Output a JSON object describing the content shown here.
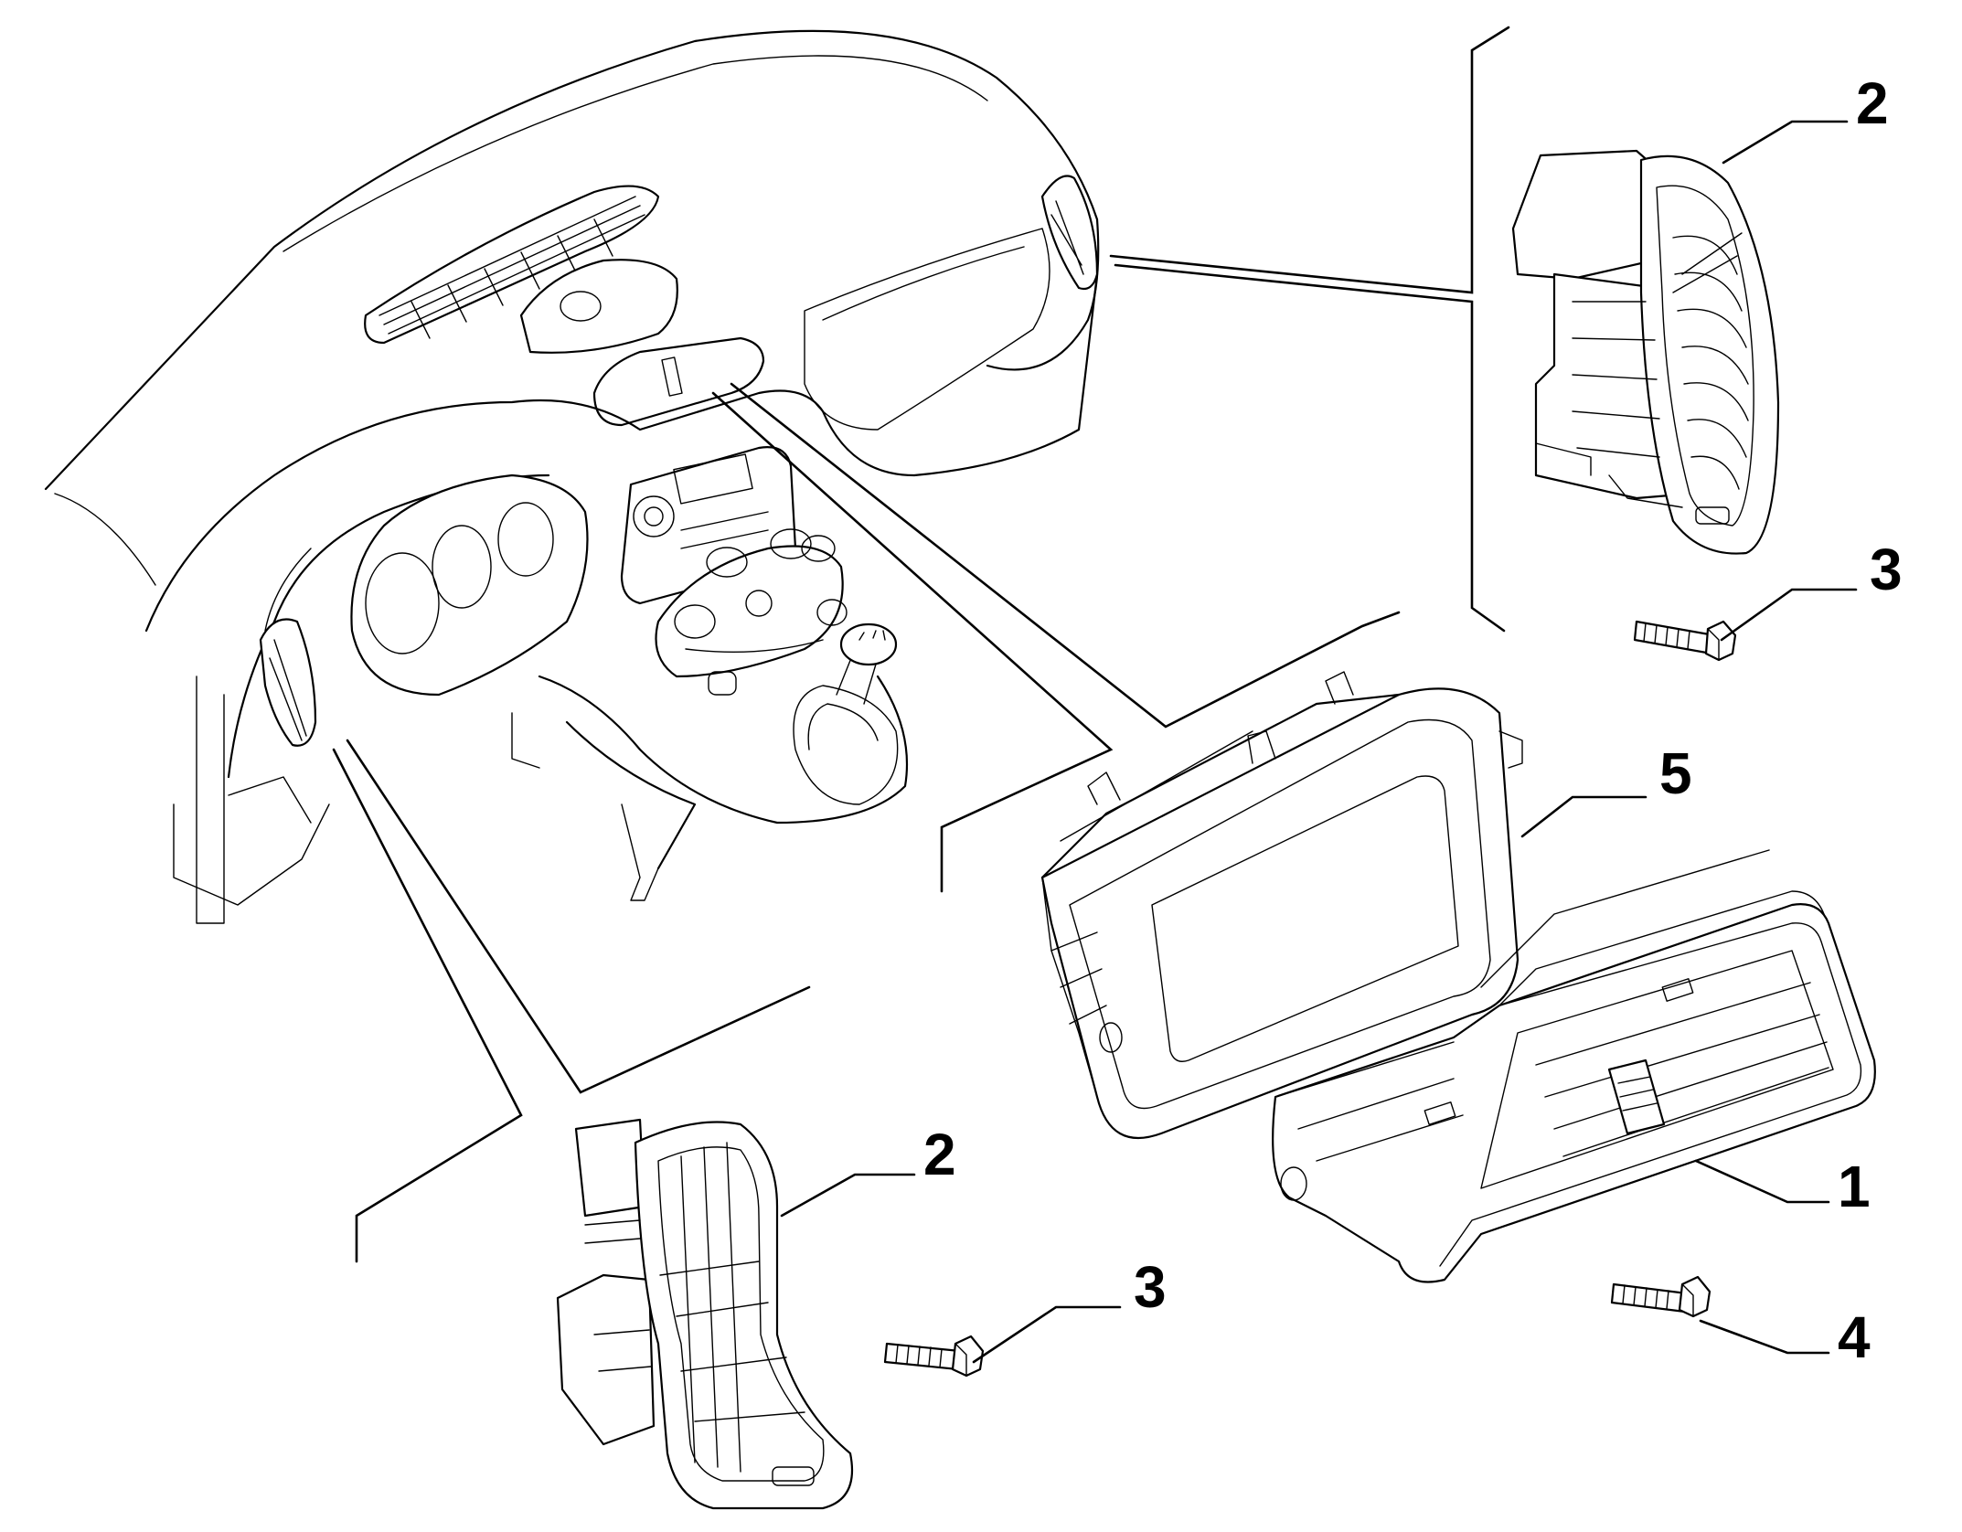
{
  "diagram": {
    "callouts": {
      "c1": "1",
      "c2_top": "2",
      "c2_bottom": "2",
      "c3_top": "3",
      "c3_bottom": "3",
      "c4": "4",
      "c5": "5"
    },
    "parts": {
      "p1": "center-air-vent",
      "p2": "side-air-vent",
      "p3": "screw",
      "p4": "screw",
      "p5": "vent-housing-frame"
    }
  }
}
